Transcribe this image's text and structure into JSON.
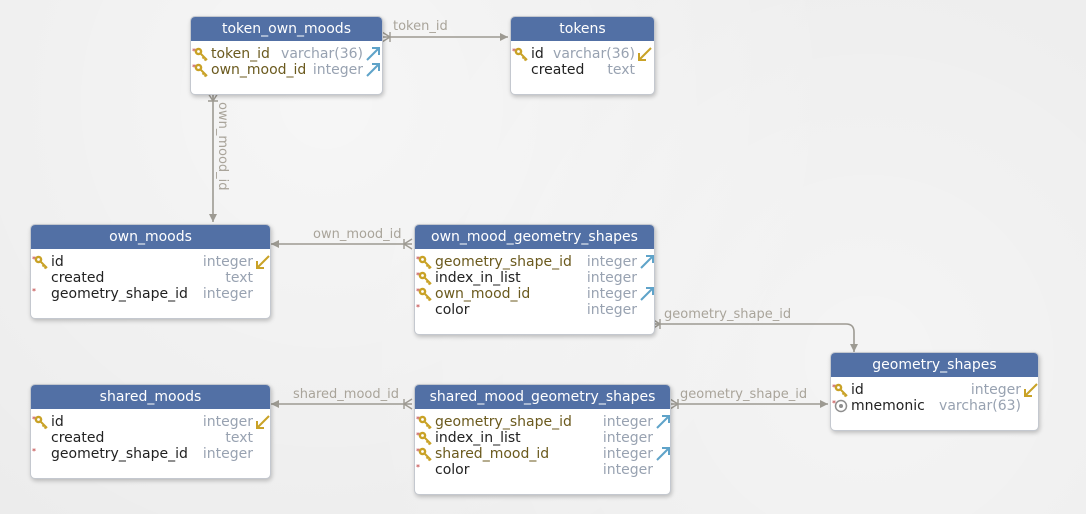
{
  "tables": [
    {
      "name": "token_own_moods",
      "columns": [
        {
          "name": "token_id",
          "type": "varchar(36)",
          "key": "pk-fk"
        },
        {
          "name": "own_mood_id",
          "type": "integer",
          "key": "pk-fk"
        }
      ]
    },
    {
      "name": "tokens",
      "columns": [
        {
          "name": "id",
          "type": "varchar(36)",
          "key": "pk-ref"
        },
        {
          "name": "created",
          "type": "text",
          "key": "none"
        }
      ]
    },
    {
      "name": "own_moods",
      "columns": [
        {
          "name": "id",
          "type": "integer",
          "key": "pk-ref"
        },
        {
          "name": "created",
          "type": "text",
          "key": "none"
        },
        {
          "name": "geometry_shape_id",
          "type": "integer",
          "key": "req"
        }
      ]
    },
    {
      "name": "own_mood_geometry_shapes",
      "columns": [
        {
          "name": "geometry_shape_id",
          "type": "integer",
          "key": "pk-fk"
        },
        {
          "name": "index_in_list",
          "type": "integer",
          "key": "pk"
        },
        {
          "name": "own_mood_id",
          "type": "integer",
          "key": "pk-fk"
        },
        {
          "name": "color",
          "type": "integer",
          "key": "req"
        }
      ]
    },
    {
      "name": "geometry_shapes",
      "columns": [
        {
          "name": "id",
          "type": "integer",
          "key": "pk-ref"
        },
        {
          "name": "mnemonic",
          "type": "varchar(63)",
          "key": "unique"
        }
      ]
    },
    {
      "name": "shared_moods",
      "columns": [
        {
          "name": "id",
          "type": "integer",
          "key": "pk-ref"
        },
        {
          "name": "created",
          "type": "text",
          "key": "none"
        },
        {
          "name": "geometry_shape_id",
          "type": "integer",
          "key": "req"
        }
      ]
    },
    {
      "name": "shared_mood_geometry_shapes",
      "columns": [
        {
          "name": "geometry_shape_id",
          "type": "integer",
          "key": "pk-fk"
        },
        {
          "name": "index_in_list",
          "type": "integer",
          "key": "pk"
        },
        {
          "name": "shared_mood_id",
          "type": "integer",
          "key": "pk-fk"
        },
        {
          "name": "color",
          "type": "integer",
          "key": "req"
        }
      ]
    }
  ],
  "relationships": [
    {
      "label": "token_id"
    },
    {
      "label": "own_mood_id"
    },
    {
      "label": "own_mood_id"
    },
    {
      "label": "geometry_shape_id"
    },
    {
      "label": "shared_mood_id"
    },
    {
      "label": "geometry_shape_id"
    }
  ],
  "colors": {
    "header": "#5270a5",
    "connector": "#9d9a92",
    "fk_text": "#6b5a1e",
    "type_text": "#98a2b1",
    "key_icon": "#c9a227",
    "fk_arrow": "#5fa3c9",
    "ref_arrow": "#c9a227"
  },
  "icons": {
    "primary_key": "key-icon",
    "foreign_key_out": "arrow-out-icon",
    "referenced": "arrow-in-icon",
    "required": "required-asterisk",
    "unique": "unique-index-icon"
  }
}
